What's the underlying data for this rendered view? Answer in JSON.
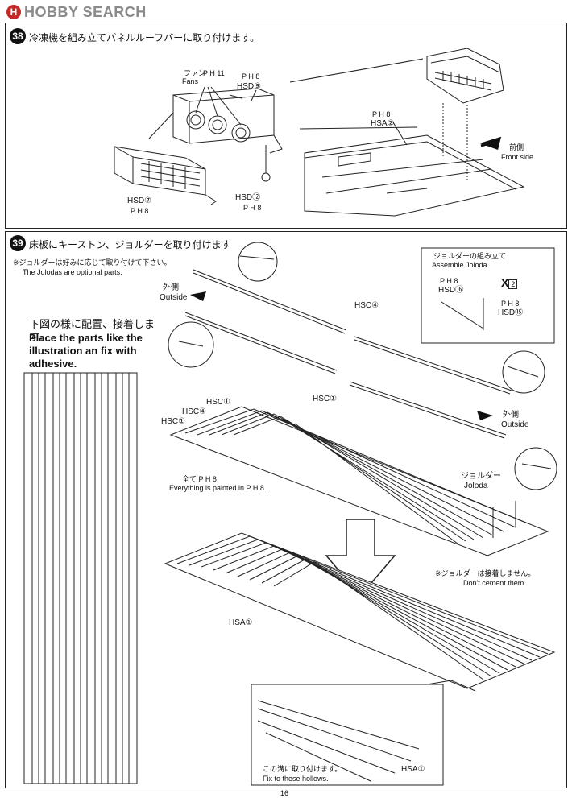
{
  "watermark": {
    "mark": "H",
    "text": "HOBBY SEARCH"
  },
  "step38": {
    "number": "38",
    "title": "冷凍機を組み立てパネルルーフバーに取り付けます。",
    "fans_ja": "ファン",
    "fans_en": "Fans",
    "ph11": "P H 11",
    "ph8_a": "P H 8",
    "hsd9": "HSD⑨",
    "hsd7": "HSD⑦",
    "ph8_b": "P H 8",
    "hsd12": "HSD⑫",
    "ph8_c": "P H 8",
    "ph8_d": "P H 8",
    "hsa2": "HSA②",
    "front_ja": "前側",
    "front_en": "Front side"
  },
  "step39": {
    "number": "39",
    "title": "床板にキーストン、ジョルダーを取り付けます",
    "optional_ja": "※ジョルダーは好みに応じて取り付けて下さい。",
    "optional_en": "The Jolodas are optional parts.",
    "outside_ja_1": "外側",
    "outside_en_1": "Outside",
    "outside_ja_2": "外側",
    "outside_en_2": "Outside",
    "place_ja": "下図の様に配置、接着します。",
    "place_en": "Place the parts like the illustration an fix with adhesive.",
    "hsc4_a": "HSC④",
    "hsc1_a": "HSC①",
    "hsc1_b": "HSC①",
    "hsc4_b": "HSC④",
    "hsc1_c": "HSC①",
    "paint_ja": "全て P H 8",
    "paint_en": "Everything is painted in P H 8 .",
    "joloda_ja": "ジョルダー",
    "joloda_en": "Joloda",
    "nocement_ja": "※ジョルダーは接着しません。",
    "nocement_en": "Don't cement them.",
    "hsa1": "HSA①",
    "assemble_ja": "ジョルダーの組み立て",
    "assemble_en": "Assemble Joloda.",
    "ph8_e": "P H 8",
    "hsd16": "HSD⑯",
    "ph8_f": "P H 8",
    "hsd15": "HSD⑮",
    "x2": "X",
    "x2_sub": "2",
    "hollow_ja": "この溝に取り付けます。",
    "hollow_en": "Fix to these hollows.",
    "hsa1_b": "HSA①"
  },
  "page_number": "16"
}
